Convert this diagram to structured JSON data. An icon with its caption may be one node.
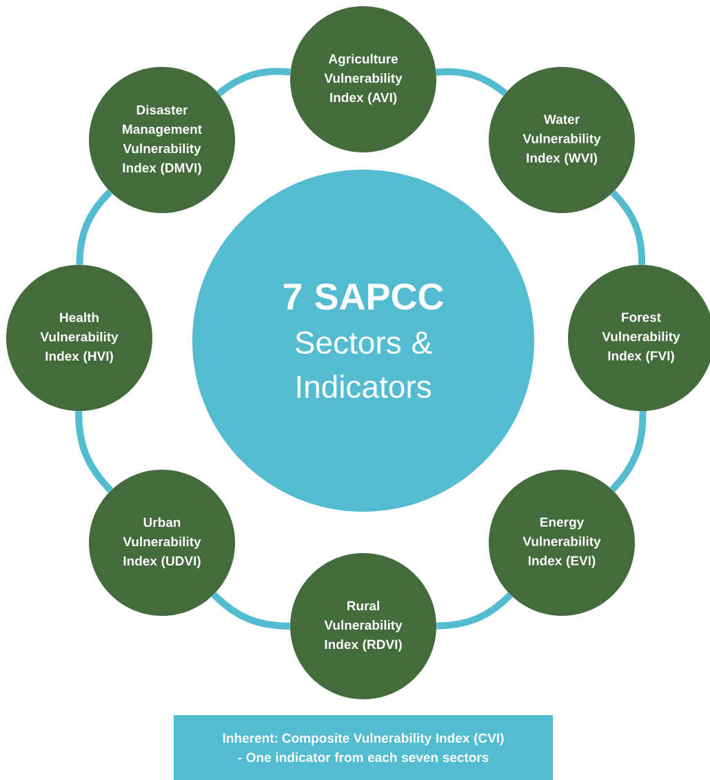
{
  "diagram": {
    "nodes": [
      {
        "text": [
          "7 SAPCC",
          "Sectors & Indicators"
        ]
      },
      {
        "text": [
          "Agriculture Vulnerability Index (AVI)"
        ]
      },
      {
        "text": [
          "Water Vulnerability Index (WVI)"
        ]
      },
      {
        "text": [
          "Forest Vulnerability Index (FVI)"
        ]
      },
      {
        "text": [
          "Energy Vulnerability Index (EVI)"
        ]
      },
      {
        "text": [
          "Rural Vulnerability Index (RDVI)"
        ]
      },
      {
        "text": [
          "Urban Vulnerability Index (UDVI)"
        ]
      },
      {
        "text": [
          "Health Vulnerability Index (HVI)"
        ]
      },
      {
        "text": [
          "Disaster Management Vulnerability Index (DMVI)"
        ]
      },
      {
        "text": [
          "Inherent: Composite Vulnerability Index (CVI) - One indicator from each seven sectors"
        ]
      }
    ],
    "edges": [
      {
        "from": 1,
        "to": 2,
        "arrow": "none"
      },
      {
        "from": 2,
        "to": 3,
        "arrow": "none"
      },
      {
        "from": 3,
        "to": 4,
        "arrow": "none"
      },
      {
        "from": 4,
        "to": 5,
        "arrow": "none"
      },
      {
        "from": 5,
        "to": 6,
        "arrow": "none"
      },
      {
        "from": 6,
        "to": 7,
        "arrow": "none"
      },
      {
        "from": 7,
        "to": 8,
        "arrow": "none"
      },
      {
        "from": 8,
        "to": 1,
        "arrow": "none"
      }
    ]
  }
}
